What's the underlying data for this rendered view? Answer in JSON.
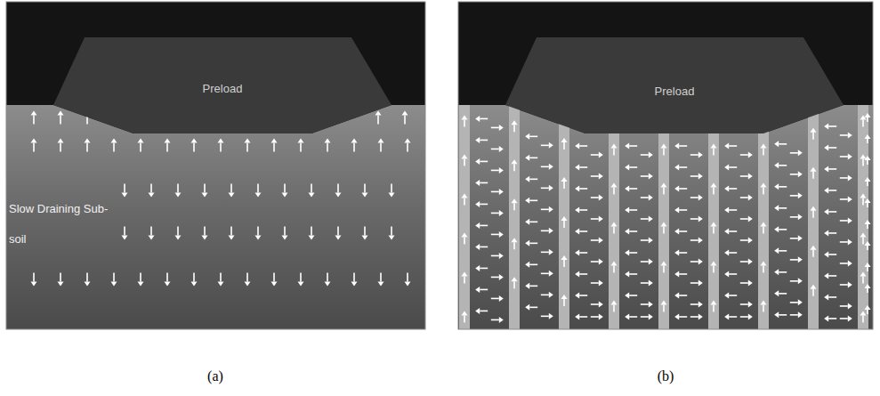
{
  "diagram": {
    "nodes": [
      {
        "text": [
          "Preload"
        ]
      },
      {
        "text": [
          "Preload"
        ]
      }
    ],
    "labels": [
      "Slow Draining Sub-soil",
      "(a)",
      "(b)"
    ]
  }
}
